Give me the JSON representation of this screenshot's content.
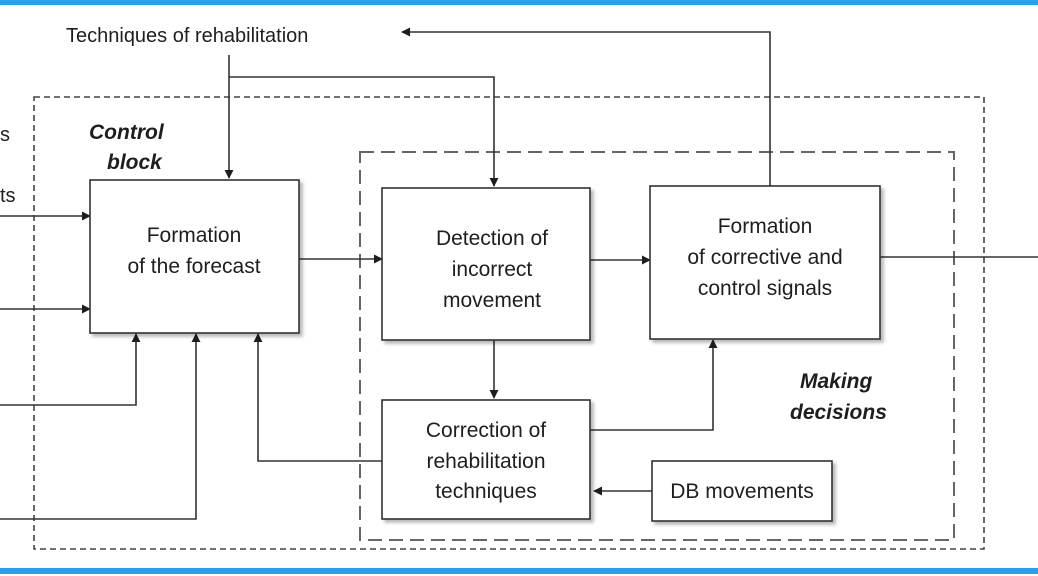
{
  "labels": {
    "techniques_top": "Techniques of rehabilitation",
    "partial_s": "s",
    "partial_ts": "ts",
    "control_block_line1": "Control",
    "control_block_line2": "block",
    "making_decisions_line1": "Making",
    "making_decisions_line2": "decisions"
  },
  "boxes": {
    "forecast": {
      "line1": "Formation",
      "line2": "of the forecast"
    },
    "detection": {
      "line1": "Detection of",
      "line2": "incorrect",
      "line3": "movement"
    },
    "corrective": {
      "line1": "Formation",
      "line2": "of corrective and",
      "line3": "control signals"
    },
    "correction": {
      "line1": "Correction of",
      "line2": "rehabilitation",
      "line3": "techniques"
    },
    "db": {
      "line1": "DB movements"
    }
  },
  "colors": {
    "accent_bar": "#29a3e0",
    "stroke": "#333333",
    "box_fill": "#ffffff"
  }
}
